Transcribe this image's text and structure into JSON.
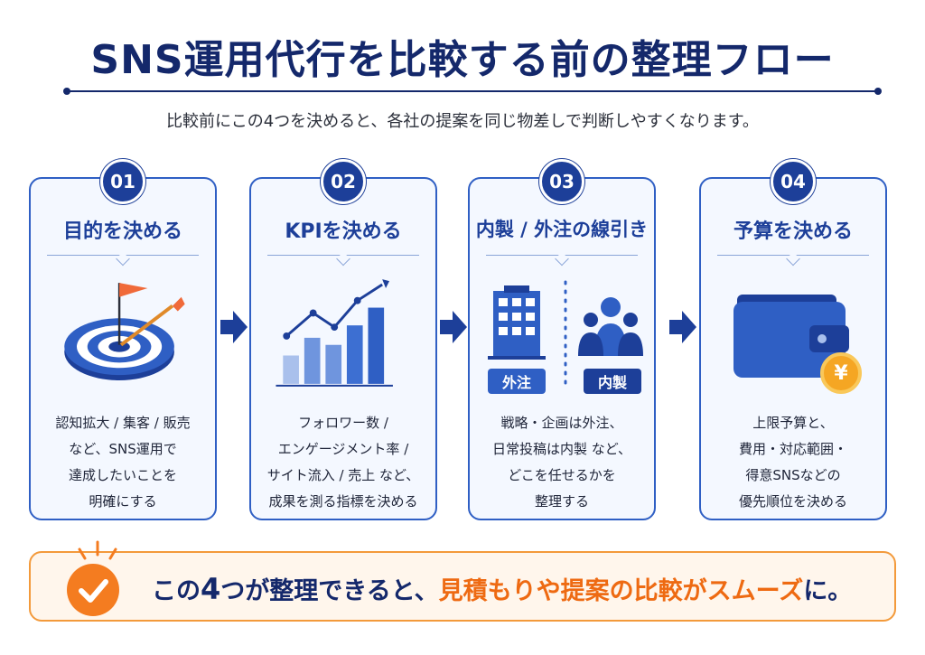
{
  "header": {
    "title": "SNS運用代行を比較する前の整理フロー",
    "subtitle": "比較前にこの4つを決めると、各社の提案を同じ物差しで判断しやすくなります。"
  },
  "steps": [
    {
      "number": "01",
      "title": "目的を決める",
      "desc": [
        "認知拡大 / 集客 / 販売",
        "など、SNS運用で",
        "達成したいことを",
        "明確にする"
      ]
    },
    {
      "number": "02",
      "title": "KPIを決める",
      "desc": [
        "フォロワー数 /",
        "エンゲージメント率 /",
        "サイト流入 / 売上 など、",
        "成果を測る指標を決める"
      ]
    },
    {
      "number": "03",
      "title": "内製 / 外注の線引き",
      "labels": {
        "outsource": "外注",
        "inhouse": "内製"
      },
      "desc": [
        "戦略・企画は外注、",
        "日常投稿は内製 など、",
        "どこを任せるかを",
        "整理する"
      ]
    },
    {
      "number": "04",
      "title": "予算を決める",
      "coin": "¥",
      "desc": [
        "上限予算と、",
        "費用・対応範囲・",
        "得意SNSなどの",
        "優先順位を決める"
      ]
    }
  ],
  "bottom": {
    "pre": "この",
    "num": "4",
    "mid": "つが整理できると、",
    "highlight": "見積もりや提案の比較がスムーズ",
    "post": "に。"
  },
  "colors": {
    "navy": "#14286b",
    "blue": "#2f5fc4",
    "orange": "#f47c20"
  }
}
